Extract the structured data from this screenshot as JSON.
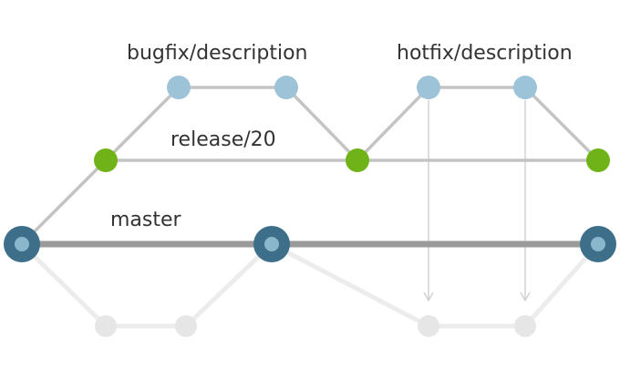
{
  "labels": {
    "bugfix": "bugfix/description",
    "hotfix": "hotfix/description",
    "release": "release/20",
    "master": "master"
  },
  "colors": {
    "master_fill": "#3d6f8a",
    "master_inner": "#8ab7cc",
    "master_line": "#9a9a9a",
    "release_node": "#6fb319",
    "release_line": "#c4c4c4",
    "branch_node": "#9dc3d8",
    "branch_line": "#c4c4c4",
    "faded_node": "#e6e6e6",
    "faded_line": "#ececec",
    "arrow_line": "#d2d2d2"
  }
}
